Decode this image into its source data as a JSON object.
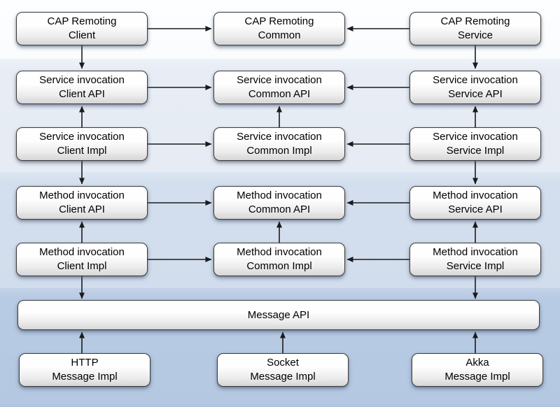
{
  "diagram": {
    "title_hint": "CAP Remoting layered architecture",
    "nodes": {
      "cap_client": {
        "line1": "CAP Remoting",
        "line2": "Client"
      },
      "cap_common": {
        "line1": "CAP Remoting",
        "line2": "Common"
      },
      "cap_service": {
        "line1": "CAP Remoting",
        "line2": "Service"
      },
      "si_client_api": {
        "line1": "Service invocation",
        "line2": "Client API"
      },
      "si_common_api": {
        "line1": "Service invocation",
        "line2": "Common API"
      },
      "si_service_api": {
        "line1": "Service invocation",
        "line2": "Service API"
      },
      "si_client_impl": {
        "line1": "Service invocation",
        "line2": "Client Impl"
      },
      "si_common_impl": {
        "line1": "Service invocation",
        "line2": "Common Impl"
      },
      "si_service_impl": {
        "line1": "Service invocation",
        "line2": "Service Impl"
      },
      "mi_client_api": {
        "line1": "Method invocation",
        "line2": "Client API"
      },
      "mi_common_api": {
        "line1": "Method invocation",
        "line2": "Common API"
      },
      "mi_service_api": {
        "line1": "Method invocation",
        "line2": "Service API"
      },
      "mi_client_impl": {
        "line1": "Method invocation",
        "line2": "Client Impl"
      },
      "mi_common_impl": {
        "line1": "Method invocation",
        "line2": "Common Impl"
      },
      "mi_service_impl": {
        "line1": "Method invocation",
        "line2": "Service Impl"
      },
      "message_api": {
        "line1": "Message API"
      },
      "http_impl": {
        "line1": "HTTP",
        "line2": "Message Impl"
      },
      "socket_impl": {
        "line1": "Socket",
        "line2": "Message Impl"
      },
      "akka_impl": {
        "line1": "Akka",
        "line2": "Message Impl"
      }
    },
    "edges": [
      {
        "from": "cap_client",
        "to": "cap_common",
        "direction": "right"
      },
      {
        "from": "cap_service",
        "to": "cap_common",
        "direction": "left"
      },
      {
        "from": "si_client_api",
        "to": "si_common_api",
        "direction": "right"
      },
      {
        "from": "si_service_api",
        "to": "si_common_api",
        "direction": "left"
      },
      {
        "from": "si_client_impl",
        "to": "si_common_impl",
        "direction": "right"
      },
      {
        "from": "si_service_impl",
        "to": "si_common_impl",
        "direction": "left"
      },
      {
        "from": "mi_client_api",
        "to": "mi_common_api",
        "direction": "right"
      },
      {
        "from": "mi_service_api",
        "to": "mi_common_api",
        "direction": "left"
      },
      {
        "from": "mi_client_impl",
        "to": "mi_common_impl",
        "direction": "right"
      },
      {
        "from": "mi_service_impl",
        "to": "mi_common_impl",
        "direction": "left"
      },
      {
        "from": "cap_client",
        "to": "si_client_api",
        "direction": "down"
      },
      {
        "from": "cap_service",
        "to": "si_service_api",
        "direction": "down"
      },
      {
        "from": "si_client_impl",
        "to": "si_client_api",
        "direction": "up"
      },
      {
        "from": "si_common_impl",
        "to": "si_common_api",
        "direction": "up"
      },
      {
        "from": "si_service_impl",
        "to": "si_service_api",
        "direction": "up"
      },
      {
        "from": "si_client_impl",
        "to": "mi_client_api",
        "direction": "down"
      },
      {
        "from": "si_service_impl",
        "to": "mi_service_api",
        "direction": "down"
      },
      {
        "from": "mi_client_impl",
        "to": "mi_client_api",
        "direction": "up"
      },
      {
        "from": "mi_common_impl",
        "to": "mi_common_api",
        "direction": "up"
      },
      {
        "from": "mi_service_impl",
        "to": "mi_service_api",
        "direction": "up"
      },
      {
        "from": "mi_client_impl",
        "to": "message_api",
        "direction": "down"
      },
      {
        "from": "mi_service_impl",
        "to": "message_api",
        "direction": "down"
      },
      {
        "from": "http_impl",
        "to": "message_api",
        "direction": "up"
      },
      {
        "from": "socket_impl",
        "to": "message_api",
        "direction": "up"
      },
      {
        "from": "akka_impl",
        "to": "message_api",
        "direction": "up"
      }
    ],
    "colors": {
      "band_remoting": "#fbfdfe",
      "band_service_invocation": "#e7ecf5",
      "band_method_invocation": "#d2deee",
      "band_message": "#b7cae3",
      "node_border": "#3c3c3c",
      "node_fill_top": "#ffffff",
      "node_fill_bottom": "#d6d6d6",
      "arrow": "#1b1b1b",
      "text": "#000000"
    }
  }
}
